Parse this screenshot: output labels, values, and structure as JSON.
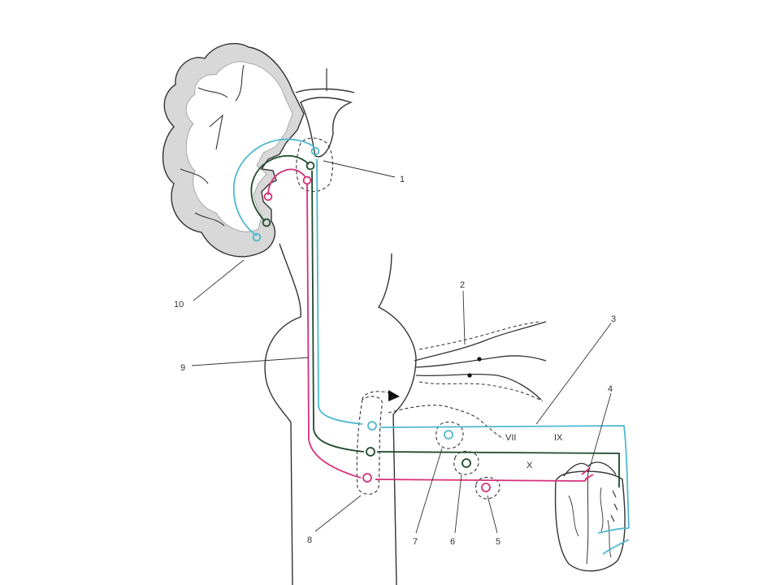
{
  "colors": {
    "cyan": "#4fb8cf",
    "green": "#1f4a2c",
    "magenta": "#d6307a",
    "outline": "#333333",
    "cortex_fill": "#d8d8d8",
    "dash": "#333333"
  },
  "labels": {
    "n1": "1",
    "n2": "2",
    "n3": "3",
    "n4": "4",
    "n5": "5",
    "n6": "6",
    "n7": "7",
    "n8": "8",
    "n9": "9",
    "n10": "10",
    "vii": "VII",
    "ix": "IX",
    "x": "X"
  }
}
